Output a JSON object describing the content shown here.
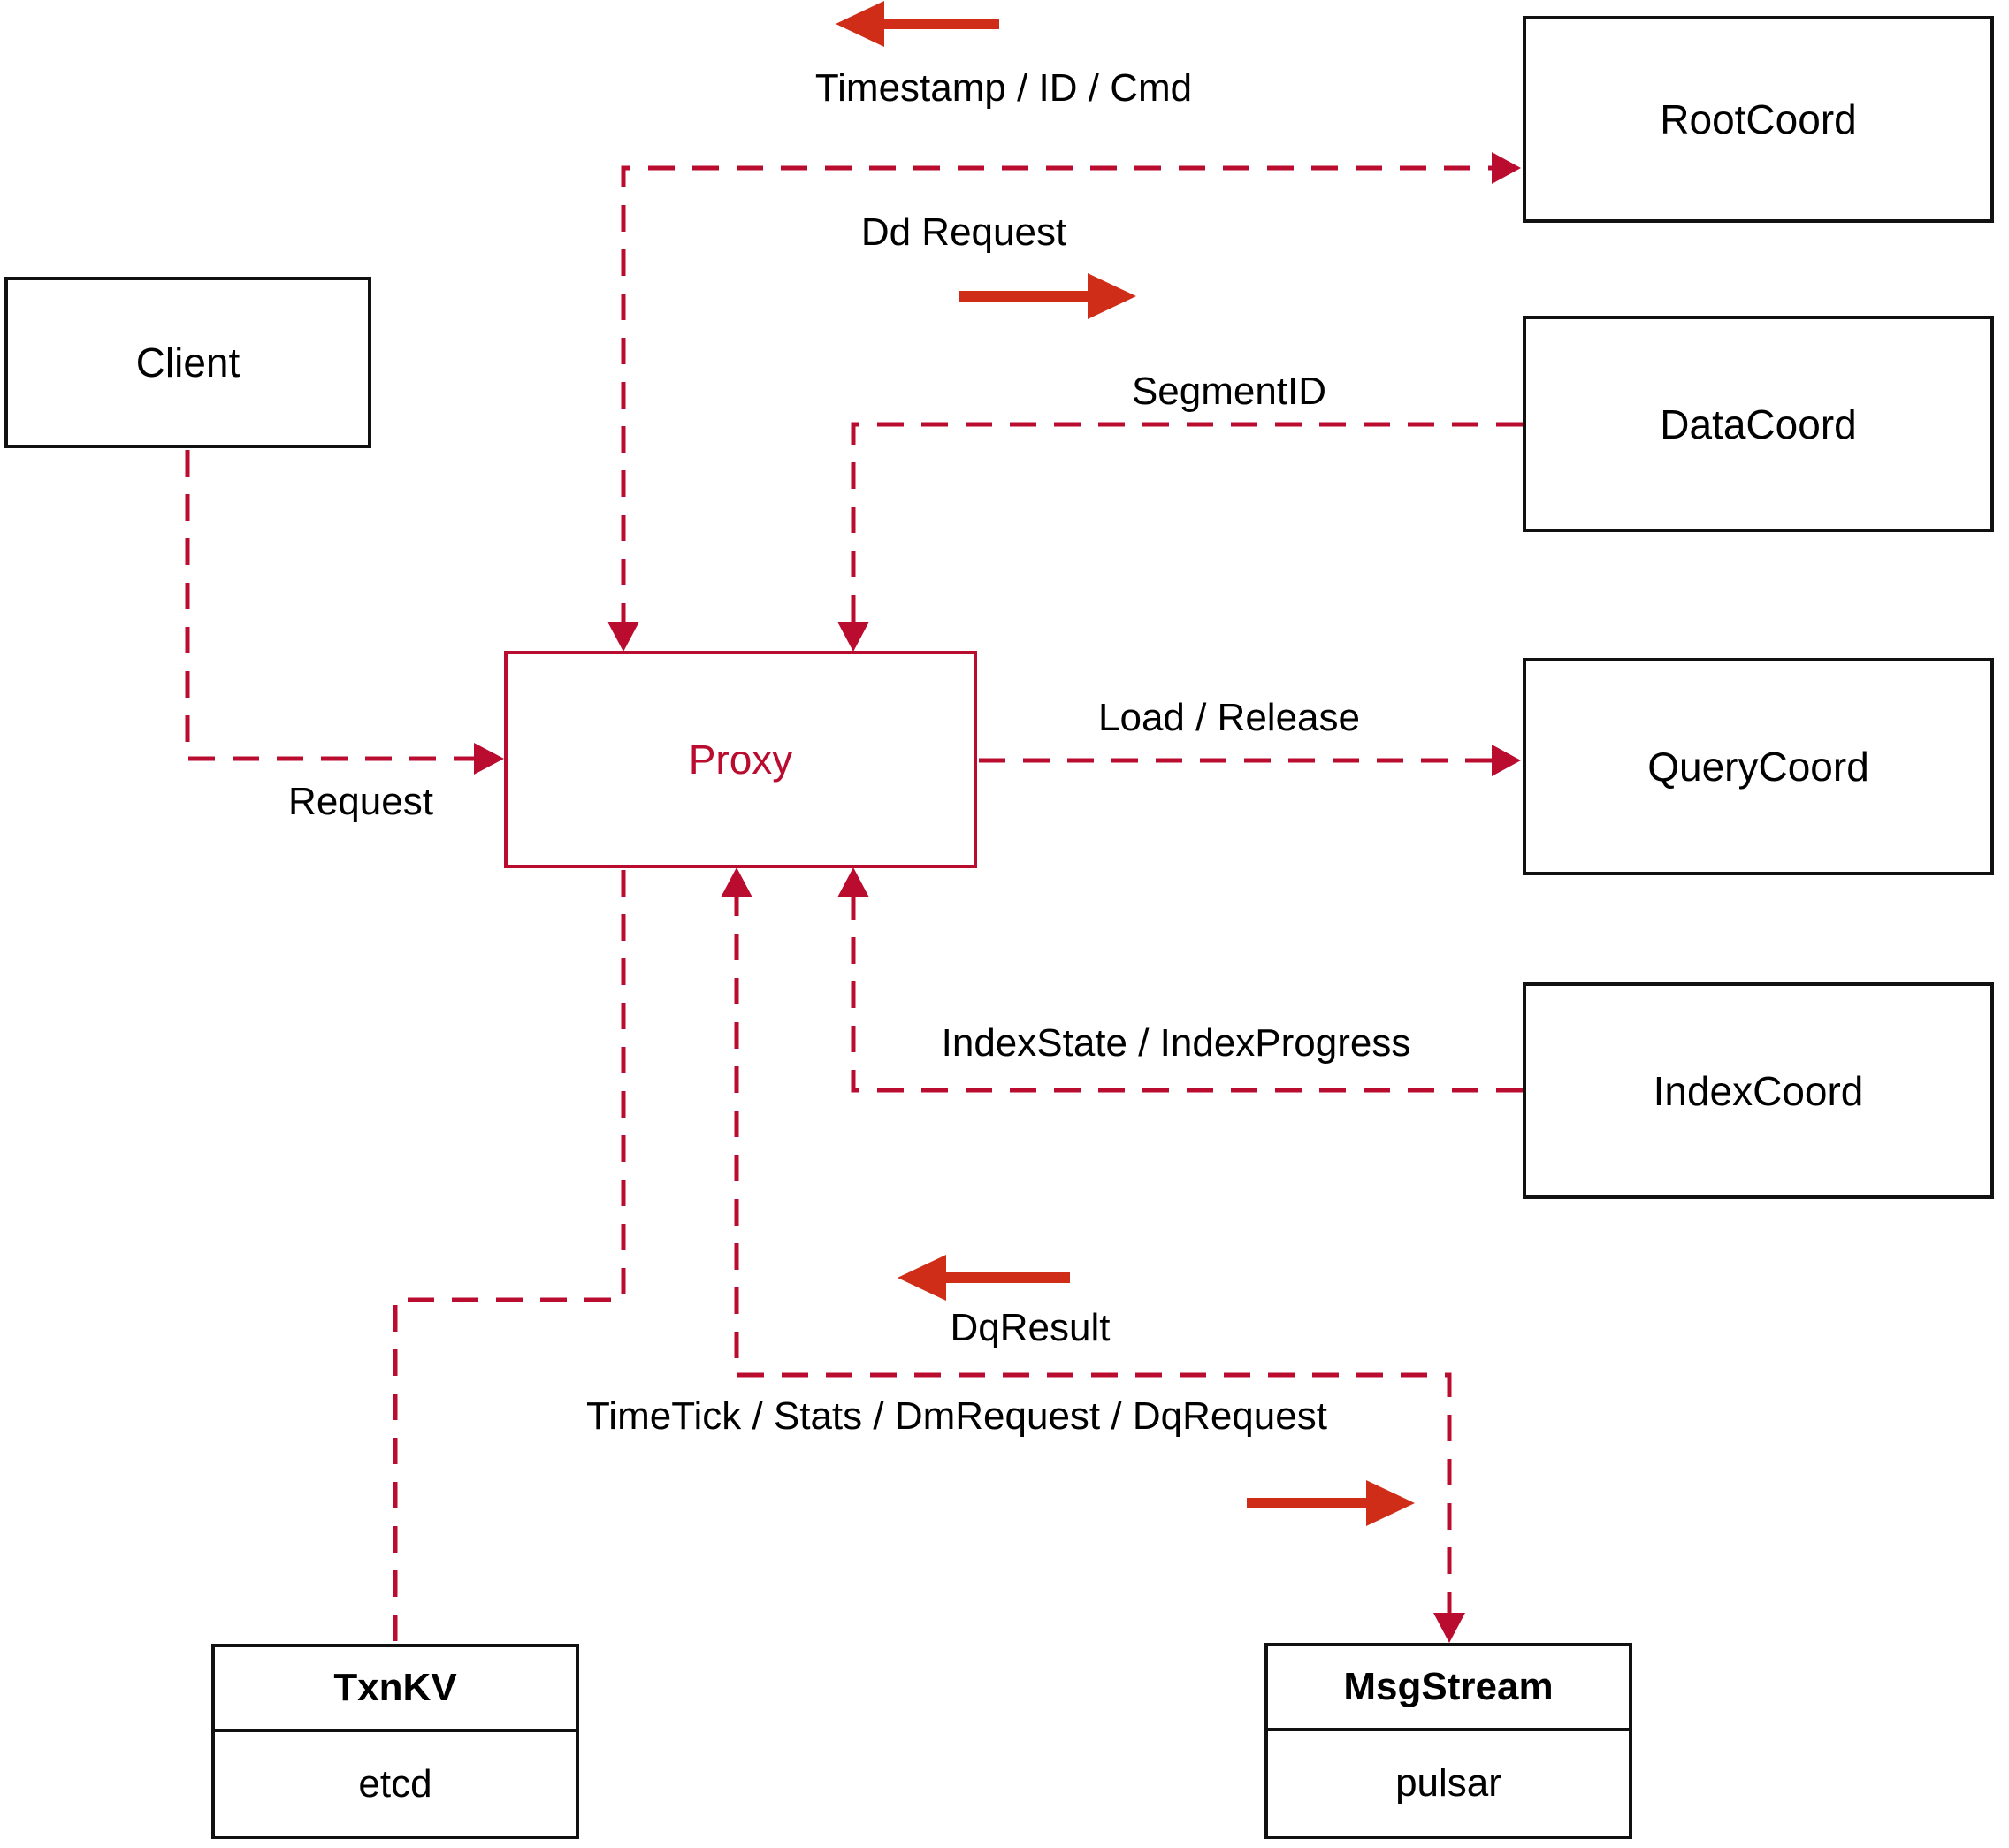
{
  "colors": {
    "line_red": "#b90c2f",
    "arrow_red": "#cf2d17",
    "box_border": "#111111",
    "background": "#ffffff"
  },
  "nodes": {
    "client": {
      "label": "Client"
    },
    "proxy": {
      "label": "Proxy"
    },
    "root_coord": {
      "label": "RootCoord"
    },
    "data_coord": {
      "label": "DataCoord"
    },
    "query_coord": {
      "label": "QueryCoord"
    },
    "index_coord": {
      "label": "IndexCoord"
    },
    "txn_kv": {
      "title": "TxnKV",
      "impl": "etcd"
    },
    "msg_stream": {
      "title": "MsgStream",
      "impl": "pulsar"
    }
  },
  "edge_labels": {
    "timestamp": "Timestamp / ID / Cmd",
    "dd_request": "Dd Request",
    "segment_id": "SegmentID",
    "load_release": "Load / Release",
    "request": "Request",
    "index_state": "IndexState / IndexProgress",
    "dq_result": "DqResult",
    "time_tick": "TimeTick / Stats / DmRequest / DqRequest"
  }
}
